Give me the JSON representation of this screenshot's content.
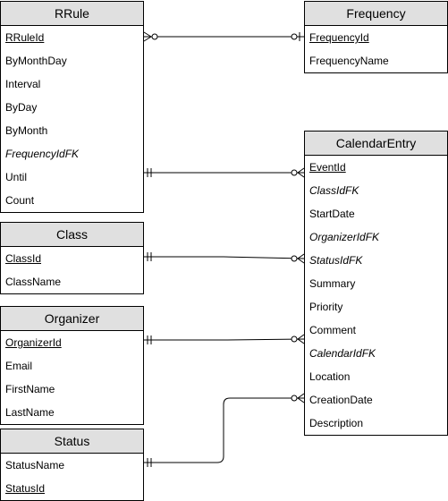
{
  "entities": {
    "rrule": {
      "name": "RRule",
      "attributes": [
        {
          "label": "RRuleId",
          "kind": "pk"
        },
        {
          "label": "ByMonthDay",
          "kind": ""
        },
        {
          "label": "Interval",
          "kind": ""
        },
        {
          "label": "ByDay",
          "kind": ""
        },
        {
          "label": "ByMonth",
          "kind": ""
        },
        {
          "label": "FrequencyIdFK",
          "kind": "fk"
        },
        {
          "label": "Until",
          "kind": ""
        },
        {
          "label": "Count",
          "kind": ""
        }
      ]
    },
    "frequency": {
      "name": "Frequency",
      "attributes": [
        {
          "label": "FrequencyId",
          "kind": "pk"
        },
        {
          "label": "FrequencyName",
          "kind": ""
        }
      ]
    },
    "calendar_entry": {
      "name": "CalendarEntry",
      "attributes": [
        {
          "label": "EventId",
          "kind": "pk"
        },
        {
          "label": "ClassIdFK",
          "kind": "fk"
        },
        {
          "label": "StartDate",
          "kind": ""
        },
        {
          "label": "OrganizerIdFK",
          "kind": "fk"
        },
        {
          "label": "StatusIdFK",
          "kind": "fk"
        },
        {
          "label": "Summary",
          "kind": ""
        },
        {
          "label": "Priority",
          "kind": ""
        },
        {
          "label": "Comment",
          "kind": ""
        },
        {
          "label": "CalendarIdFK",
          "kind": "fk"
        },
        {
          "label": "Location",
          "kind": ""
        },
        {
          "label": "CreationDate",
          "kind": ""
        },
        {
          "label": "Description",
          "kind": ""
        }
      ]
    },
    "class": {
      "name": "Class",
      "attributes": [
        {
          "label": "ClassId",
          "kind": "pk"
        },
        {
          "label": "ClassName",
          "kind": ""
        }
      ]
    },
    "organizer": {
      "name": "Organizer",
      "attributes": [
        {
          "label": "OrganizerId",
          "kind": "pk"
        },
        {
          "label": "Email",
          "kind": ""
        },
        {
          "label": "FirstName",
          "kind": ""
        },
        {
          "label": "LastName",
          "kind": ""
        }
      ]
    },
    "status": {
      "name": "Status",
      "attributes": [
        {
          "label": "StatusName",
          "kind": ""
        },
        {
          "label": "StatusId",
          "kind": "pk"
        }
      ]
    }
  },
  "relationships": [
    {
      "from": "rrule",
      "to": "frequency",
      "from_cardinality": "zero-or-many",
      "to_cardinality": "zero-or-one"
    },
    {
      "from": "rrule",
      "to": "calendar_entry",
      "from_cardinality": "exactly-one",
      "to_cardinality": "zero-or-many"
    },
    {
      "from": "class",
      "to": "calendar_entry",
      "from_cardinality": "exactly-one",
      "to_cardinality": "zero-or-many"
    },
    {
      "from": "organizer",
      "to": "calendar_entry",
      "from_cardinality": "exactly-one",
      "to_cardinality": "zero-or-many"
    },
    {
      "from": "status",
      "to": "calendar_entry",
      "from_cardinality": "exactly-one",
      "to_cardinality": "zero-or-many"
    }
  ]
}
